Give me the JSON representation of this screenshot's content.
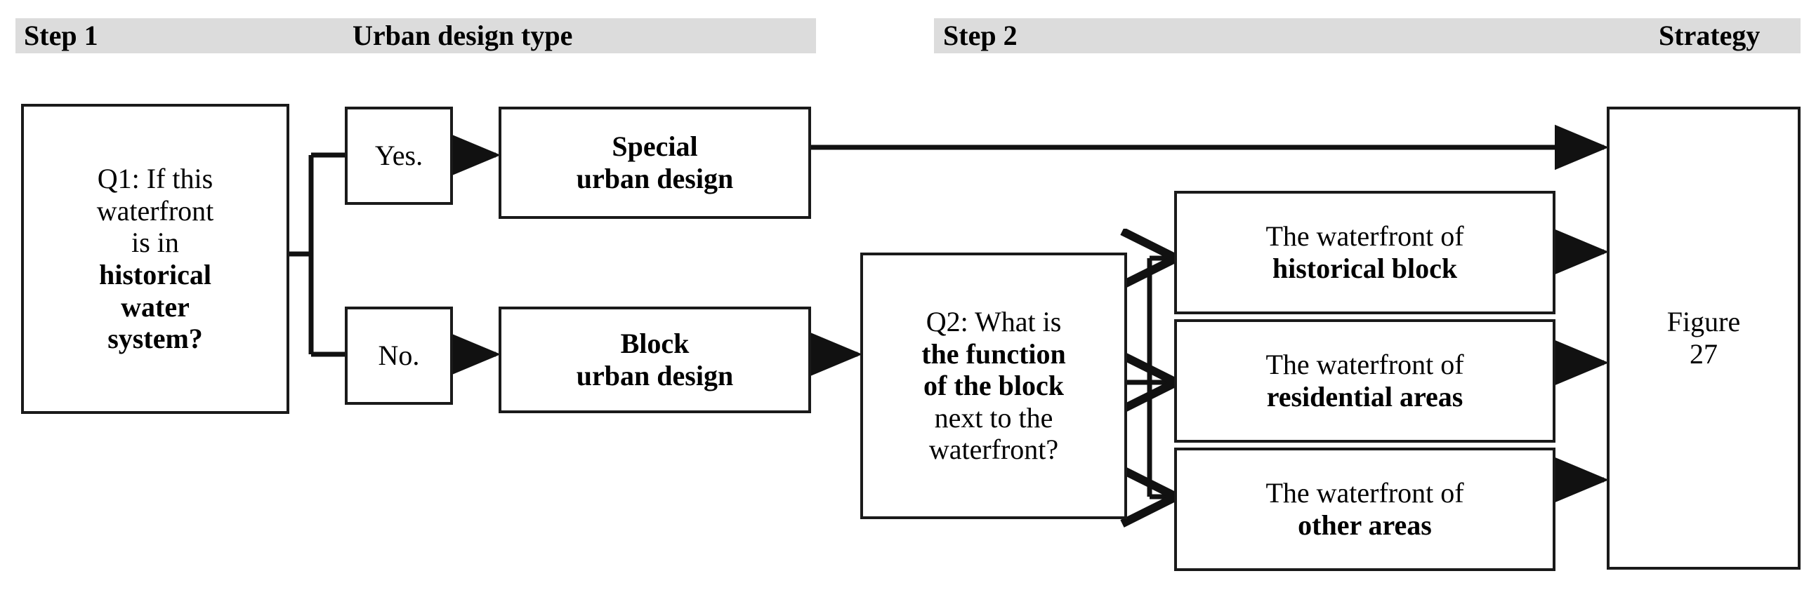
{
  "diagram": {
    "title_bands": [
      {
        "id": "step1",
        "label": "Step 1"
      },
      {
        "id": "urban_design_type",
        "label": "Urban design type"
      },
      {
        "id": "step2",
        "label": "Step 2"
      },
      {
        "id": "strategy",
        "label": "Strategy"
      }
    ],
    "nodes": {
      "q1": {
        "id": "q1",
        "lines": [
          {
            "text": "Q1: If this",
            "bold": false
          },
          {
            "text": "waterfront",
            "bold": false
          },
          {
            "text": "is in",
            "bold": false
          },
          {
            "text": "historical",
            "bold": true
          },
          {
            "text": "water",
            "bold": true
          },
          {
            "text": "system?",
            "bold": true
          }
        ]
      },
      "yes": {
        "id": "yes",
        "lines": [
          {
            "text": "Yes.",
            "bold": false
          }
        ]
      },
      "no": {
        "id": "no",
        "lines": [
          {
            "text": "No.",
            "bold": false
          }
        ]
      },
      "special_urban_design": {
        "id": "special_urban_design",
        "lines": [
          {
            "text": "Special",
            "bold": true
          },
          {
            "text": "urban design",
            "bold": true
          }
        ]
      },
      "block_urban_design": {
        "id": "block_urban_design",
        "lines": [
          {
            "text": "Block",
            "bold": true
          },
          {
            "text": "urban design",
            "bold": true
          }
        ]
      },
      "q2": {
        "id": "q2",
        "lines": [
          {
            "text": "Q2: What is",
            "bold": false
          },
          {
            "text": "the function",
            "bold": true
          },
          {
            "text": "of the block",
            "bold": true
          },
          {
            "text": "next to the",
            "bold": false
          },
          {
            "text": "waterfront?",
            "bold": false
          }
        ]
      },
      "wf_historical_block": {
        "id": "wf_historical_block",
        "lines": [
          {
            "text": "The waterfront of",
            "bold": false
          },
          {
            "text": "historical block",
            "bold": true
          }
        ]
      },
      "wf_residential_areas": {
        "id": "wf_residential_areas",
        "lines": [
          {
            "text": "The waterfront of",
            "bold": false
          },
          {
            "text": "residential areas",
            "bold": true
          }
        ]
      },
      "wf_other_areas": {
        "id": "wf_other_areas",
        "lines": [
          {
            "text": "The waterfront of",
            "bold": false
          },
          {
            "text": "other areas",
            "bold": true
          }
        ]
      },
      "figure27": {
        "id": "figure27",
        "lines": [
          {
            "text": "Figure",
            "bold": false
          },
          {
            "text": "27",
            "bold": false
          }
        ]
      }
    },
    "colors": {
      "band_background": "#dcdcdc",
      "box_border": "#1a1a1a",
      "connector": "#111111",
      "page_background": "#ffffff",
      "text": "#000000"
    }
  }
}
